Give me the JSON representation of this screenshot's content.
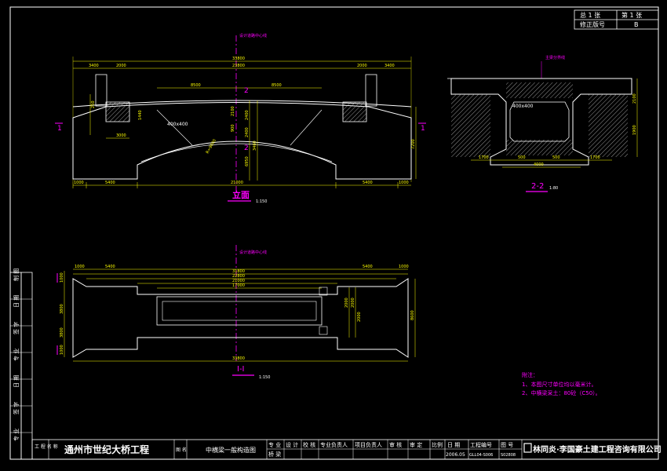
{
  "sheet_header": {
    "total_label": "总 1 张",
    "index_label": "第 1 张",
    "revision_label": "修正版号",
    "revision_value": "B"
  },
  "elevation": {
    "title": "立面",
    "scale": "1:150",
    "centerline_label": "设计道路中心线",
    "section_marks": [
      "1",
      "1",
      "2",
      "2"
    ],
    "overall_dims": [
      "33800",
      "23800"
    ],
    "top_dims": [
      "3400",
      "2000",
      "2000",
      "3400"
    ],
    "mid_dims": [
      "8500",
      "8500"
    ],
    "bottom_dims": [
      "1000",
      "5400",
      "21000",
      "5400",
      "1000"
    ],
    "left_dims": [
      "250",
      "1440",
      "3000"
    ],
    "center_dims": [
      "2400",
      "2400",
      "3460",
      "6950"
    ],
    "right_dims": [
      "7200"
    ],
    "box_label": "400x400",
    "arch_label": "R=9000",
    "misc_dims": [
      "2100",
      "900"
    ]
  },
  "section22": {
    "title": "2-2",
    "scale": "1:80",
    "label": "主梁分界线",
    "box_label": "400x400",
    "bottom_dims": [
      "1700",
      "500",
      "500",
      "1700"
    ],
    "bottom_total": "4000",
    "right_dims": [
      "2100",
      "1900"
    ]
  },
  "plan": {
    "title": "I-I",
    "scale": "1:150",
    "centerline_label": "设计道路中心线",
    "top_dims": [
      "1000",
      "5400",
      "5400",
      "1000"
    ],
    "overall_dims": [
      "31800",
      "22800",
      "21000",
      "17000"
    ],
    "bottom_dim": "33800",
    "left_dims": [
      "1000",
      "3800",
      "3800",
      "1000"
    ],
    "right_dims": [
      "2000",
      "2000",
      "2000",
      "8600"
    ]
  },
  "notes": {
    "title": "附注：",
    "lines": [
      "1、本图尺寸单位均以毫米计。",
      "2、中横梁采土：80砼（C50）。"
    ]
  },
  "left_strip": [
    "制 图",
    "日 期",
    "签 字",
    "专 业",
    "日 期",
    "签 字",
    "专 业"
  ],
  "title_block": {
    "project_label": "工 程 名 称",
    "project_name": "通州市世纪大桥工程",
    "drawing_label": "图 名",
    "drawing_name": "中横梁一般构造图",
    "role_headers": [
      "专 业",
      "设 计",
      "校 核",
      "专业负责人",
      "项目负责人",
      "审 核",
      "审 定"
    ],
    "role_values": [
      "桥 梁"
    ],
    "ratio_label": "比例",
    "date_label": "日 期",
    "number_label": "工程编号",
    "sheet_no_label": "图 号",
    "date_value": "2006.05",
    "number_value": "GLL04-S006",
    "sheet_no_value": "S02808",
    "company": "林同炎·李国豪土建工程咨询有限公司"
  },
  "colors": {
    "outline": "#ffffff",
    "dimension": "#ffff00",
    "centerline": "#ff00ff",
    "title_block": "#ffffff",
    "hatch": "#cccccc"
  }
}
